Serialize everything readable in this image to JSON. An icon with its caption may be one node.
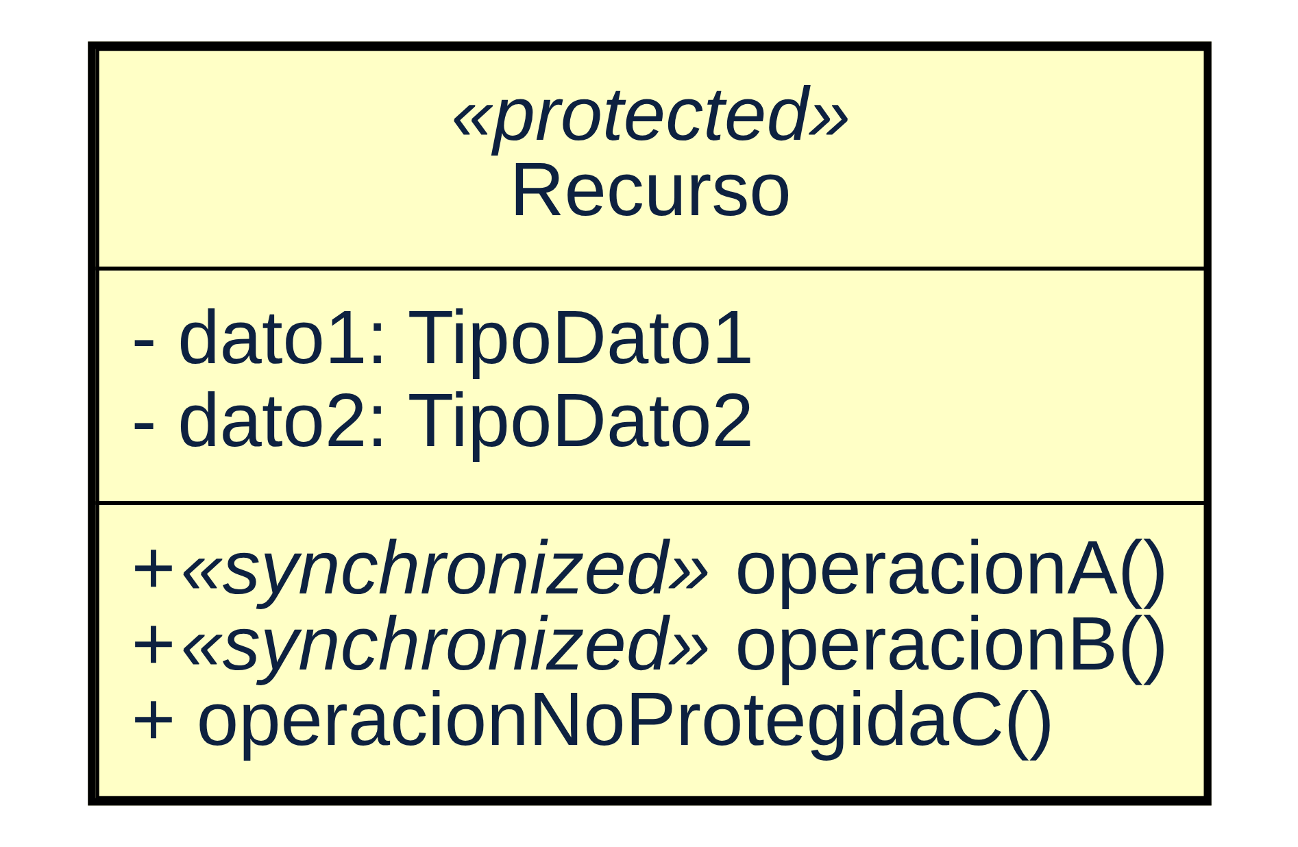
{
  "diagram": {
    "nodes": [
      {
        "text": [
          "«protected»",
          "Recurso",
          "- dato1: TipoDato1",
          "- dato2: TipoDato2",
          "+*«synchronized»* operacionA()",
          "+*«synchronized»* operacionB()",
          "+ operacionNoProtegidaC()"
        ]
      }
    ]
  }
}
